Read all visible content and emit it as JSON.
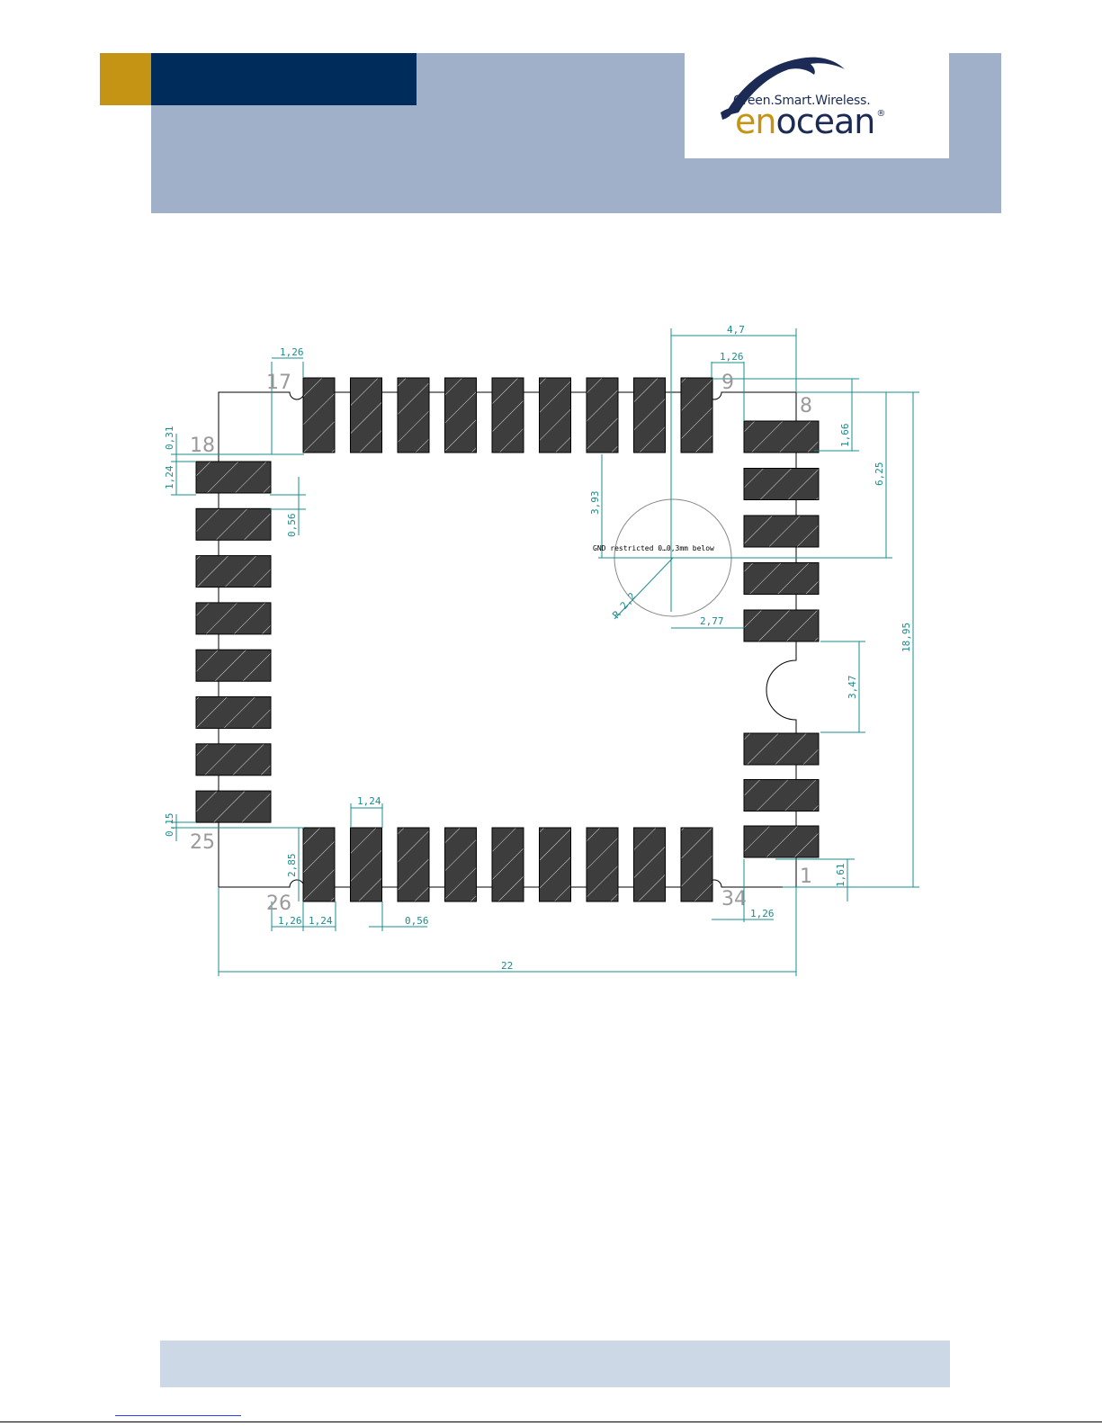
{
  "header": {
    "logo": {
      "tagline": "Green.Smart.Wireless.",
      "wordmark_prefix": "en",
      "wordmark_suffix": "ocean",
      "registered": "®"
    },
    "colors": {
      "band": "#a1b0c9",
      "gold": "#c69414",
      "navy": "#002c5c"
    }
  },
  "drawing": {
    "pin_labels": {
      "p17": "17",
      "p9": "9",
      "p8": "8",
      "p18": "18",
      "p25": "25",
      "p26": "26",
      "p34": "34",
      "p1": "1"
    },
    "dimensions": {
      "d126_top_left": "1,26",
      "d47": "4,7",
      "d126_top_right": "1,26",
      "d031": "0,31",
      "d124_left": "1,24",
      "d056_left": "0,56",
      "d393": "3,93",
      "d166": "1,66",
      "d625": "6,25",
      "d1895": "18,95",
      "d277": "2,77",
      "dR22": "R 2,2",
      "d347": "3,47",
      "d124_bottom": "1,24",
      "d015": "0,15",
      "d285": "2,85",
      "d161": "1,61",
      "d126_bottom_left": "1,26",
      "d124_bottom_left": "1,24",
      "d056_bottom": "0,56",
      "d126_bottom_right": "1,26",
      "d22": "22"
    },
    "note": "GND restricted 0…0,3mm below",
    "colors": {
      "dim": "#1a8c8c",
      "pad": "#3d3d3d",
      "outline": "#000000",
      "pin_label": "#9a9a9a"
    }
  }
}
